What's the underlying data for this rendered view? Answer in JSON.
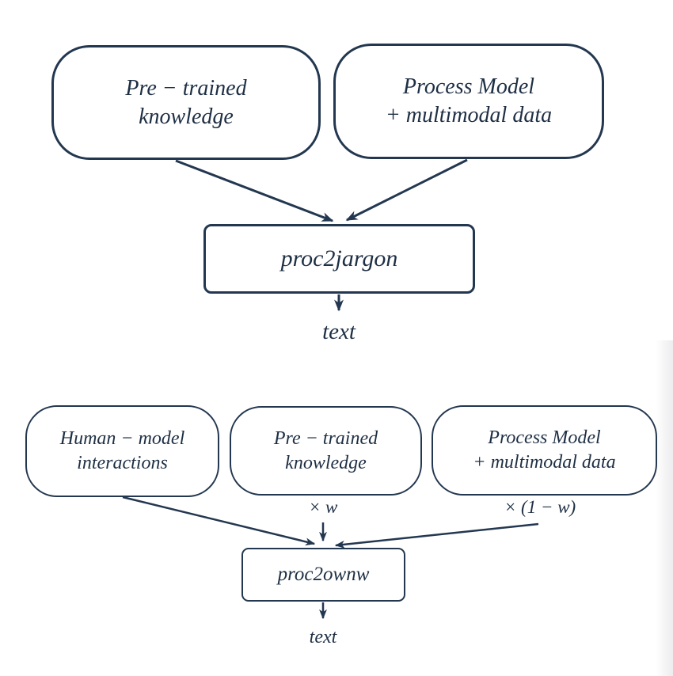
{
  "colors": {
    "accent_stroke": "#233750",
    "background": "#ffffff"
  },
  "top_diagram": {
    "input_boxes": [
      {
        "label": "Pre − trained\nknowledge"
      },
      {
        "label": "Process Model\n+ multimodal data"
      }
    ],
    "model_box": {
      "label": "proc2jargon"
    },
    "output_label": "text"
  },
  "bottom_diagram": {
    "input_boxes": [
      {
        "label": "Human − model\ninteractions"
      },
      {
        "label": "Pre − trained\nknowledge",
        "weight_label": "× w"
      },
      {
        "label": "Process Model\n+ multimodal data",
        "weight_label": "× (1 − w)"
      }
    ],
    "model_box": {
      "label": "proc2ownw"
    },
    "output_label": "text"
  }
}
